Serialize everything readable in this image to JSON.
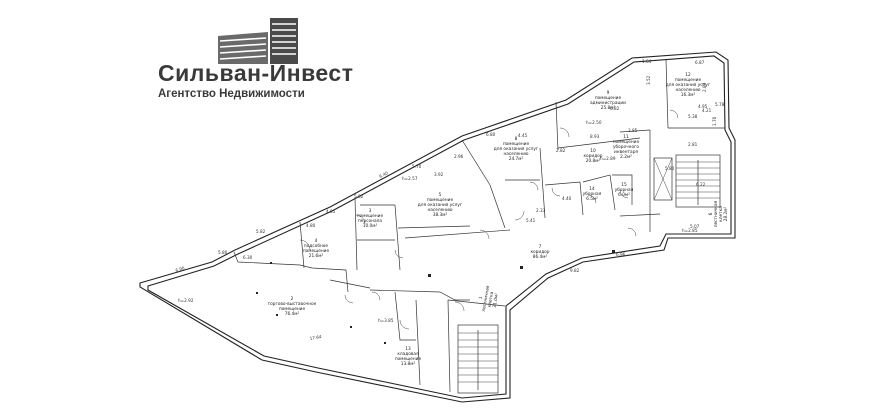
{
  "brand": {
    "name": "Сильван-Инвест",
    "subtitle": "Агентство Недвижимости"
  },
  "rooms": [
    {
      "id": "1",
      "lines": [
        "лестничная",
        "клетка",
        "21.0м²"
      ]
    },
    {
      "id": "2",
      "lines": [
        "торгово-выставочное",
        "помещение",
        "76.4м²"
      ]
    },
    {
      "id": "3",
      "lines": [
        "помещение",
        "персонала",
        "10.0м²"
      ]
    },
    {
      "id": "4",
      "lines": [
        "подсобное",
        "помещение",
        "21.6м²"
      ]
    },
    {
      "id": "5",
      "lines": [
        "помещение",
        "для оказания услуг",
        "населению",
        "38.3м²"
      ]
    },
    {
      "id": "6",
      "lines": [
        "лестничная",
        "клетка",
        "28.2м²"
      ]
    },
    {
      "id": "7",
      "lines": [
        "коридор",
        "86.4м²"
      ]
    },
    {
      "id": "8",
      "lines": [
        "помещение",
        "для оказания услуг",
        "населению",
        "24.7м²"
      ]
    },
    {
      "id": "9",
      "lines": [
        "помещение",
        "администрации",
        "25.8м²"
      ]
    },
    {
      "id": "10",
      "lines": [
        "коридор",
        "20.8м²"
      ]
    },
    {
      "id": "11",
      "lines": [
        "помещение",
        "уборочного",
        "инвентаря",
        "2.2м²"
      ]
    },
    {
      "id": "12",
      "lines": [
        "помещение",
        "для оказания услуг",
        "населению",
        "16.3м²"
      ]
    },
    {
      "id": "13",
      "lines": [
        "кладовая",
        "помещение",
        "13.8м²"
      ]
    },
    {
      "id": "14",
      "lines": [
        "уборная",
        "6.5м²"
      ]
    },
    {
      "id": "15",
      "lines": [
        "уборная",
        "6.0м²"
      ]
    }
  ],
  "dimensions": [
    "6.90",
    "5.80",
    "6.30",
    "5.82",
    "4.80",
    "4.05",
    "5.62",
    "6.40",
    "5.70",
    "3.92",
    "2.96",
    "6.80",
    "4.45",
    "2.82",
    "8.93",
    "6.82",
    "3.85",
    "5.80",
    "9.82",
    "6.96",
    "17.64",
    "5.38",
    "4.21",
    "2.81",
    "5.78",
    "1.64",
    "6.87",
    "4.95",
    "3.52",
    "2.83",
    "1.70",
    "6.22",
    "5.07",
    "4.40",
    "2.33",
    "5.41"
  ],
  "heights": [
    "h=2.85",
    "h=2.92",
    "h=2.50",
    "h=2.57",
    "h=2.89",
    "h=3.85"
  ]
}
